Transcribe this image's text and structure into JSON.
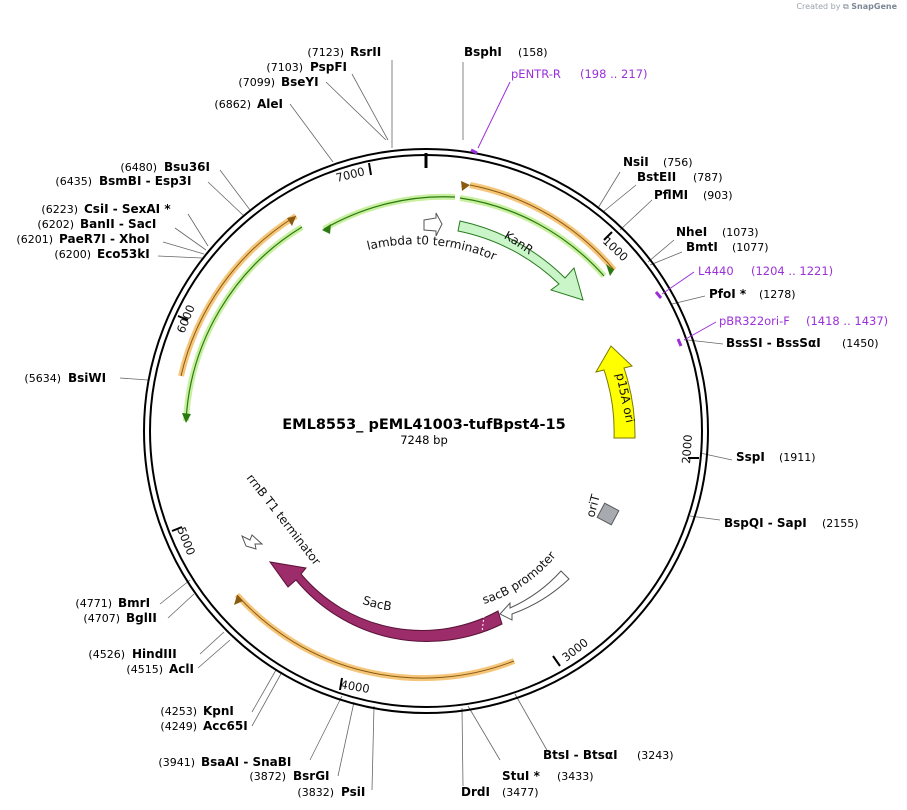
{
  "credit": {
    "prefix": "Created by",
    "brand": "SnapGene"
  },
  "map": {
    "title": "EML8553_ pEML41003-tufBpst4-15",
    "subtitle": "7248 bp",
    "length": 7248,
    "tick_labels": [
      "1000",
      "2000",
      "3000",
      "4000",
      "5000",
      "6000",
      "7000"
    ],
    "colors": {
      "backbone": "#000000",
      "kanr": "#c9f5c9",
      "p15a": "#ffff00",
      "sacb": "#9c2c6a",
      "orit": "#a7abb0",
      "orf_orange": "#f0a830",
      "orf_green": "#3a9a1a",
      "primer": "#9b30d9"
    }
  },
  "sites_right": [
    {
      "name": "BsphI",
      "pos": "(158)"
    },
    {
      "name": "NsiI",
      "pos": "(756)"
    },
    {
      "name": "BstEII",
      "pos": "(787)"
    },
    {
      "name": "PflMI",
      "pos": "(903)"
    },
    {
      "name": "NheI",
      "pos": "(1073)"
    },
    {
      "name": "BmtI",
      "pos": "(1077)"
    },
    {
      "name": "PfoI *",
      "pos": "(1278)"
    },
    {
      "name": "BssSI  -  BssSαI",
      "pos": "(1450)"
    },
    {
      "name": "SspI",
      "pos": "(1911)"
    },
    {
      "name": "BspQI  -  SapI",
      "pos": "(2155)"
    },
    {
      "name": "BtsI  -  BtsαI",
      "pos": "(3243)"
    },
    {
      "name": "StuI *",
      "pos": "(3433)"
    },
    {
      "name": "DrdI",
      "pos": "(3477)"
    }
  ],
  "sites_left": [
    {
      "name": "RsrII",
      "pos": "(7123)"
    },
    {
      "name": "PspFI",
      "pos": "(7103)"
    },
    {
      "name": "BseYI",
      "pos": "(7099)"
    },
    {
      "name": "AleI",
      "pos": "(6862)"
    },
    {
      "name": "Bsu36I",
      "pos": "(6480)"
    },
    {
      "name": "BsmBI  -  Esp3I",
      "pos": "(6435)"
    },
    {
      "name": "CsiI  -  SexAI *",
      "pos": "(6223)"
    },
    {
      "name": "BanII  -  SacI",
      "pos": "(6202)"
    },
    {
      "name": "PaeR7I  -  XhoI",
      "pos": "(6201)"
    },
    {
      "name": "Eco53kI",
      "pos": "(6200)"
    },
    {
      "name": "BsiWI",
      "pos": "(5634)"
    },
    {
      "name": "BmrI",
      "pos": "(4771)"
    },
    {
      "name": "BglII",
      "pos": "(4707)"
    },
    {
      "name": "HindIII",
      "pos": "(4526)"
    },
    {
      "name": "AclI",
      "pos": "(4515)"
    },
    {
      "name": "KpnI",
      "pos": "(4253)"
    },
    {
      "name": "Acc65I",
      "pos": "(4249)"
    },
    {
      "name": "BsaAI  -  SnaBI",
      "pos": "(3941)"
    },
    {
      "name": "BsrGI",
      "pos": "(3872)"
    },
    {
      "name": "PsiI",
      "pos": "(3832)"
    }
  ],
  "primers": [
    {
      "name": "pENTR-R",
      "range": "(198 .. 217)"
    },
    {
      "name": "L4440",
      "range": "(1204 .. 1221)"
    },
    {
      "name": "pBR322ori-F",
      "range": "(1418 .. 1437)"
    }
  ],
  "features": {
    "kanr": "KanR",
    "p15a": "p15A ori",
    "sacb": "SacB",
    "sacb_promoter": "sacB promoter",
    "orit": "oriT",
    "lambda_t0": "lambda t0 terminator",
    "rrnb_t1": "rrnB T1 terminator"
  }
}
